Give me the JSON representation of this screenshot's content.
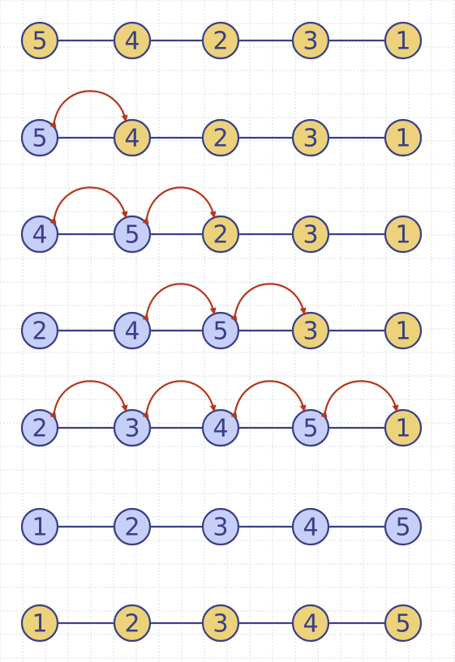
{
  "colors": {
    "unsorted_fill": "#ecd27a",
    "sorted_fill": "#c6cff8",
    "edge": "#3b3f86",
    "arrow": "#b6371b",
    "grid": "#d9dde8"
  },
  "rows": [
    {
      "nodes": [
        {
          "label": "5",
          "state": "unsorted"
        },
        {
          "label": "4",
          "state": "unsorted"
        },
        {
          "label": "2",
          "state": "unsorted"
        },
        {
          "label": "3",
          "state": "unsorted"
        },
        {
          "label": "1",
          "state": "unsorted"
        }
      ],
      "swaps": []
    },
    {
      "nodes": [
        {
          "label": "5",
          "state": "sorted"
        },
        {
          "label": "4",
          "state": "unsorted"
        },
        {
          "label": "2",
          "state": "unsorted"
        },
        {
          "label": "3",
          "state": "unsorted"
        },
        {
          "label": "1",
          "state": "unsorted"
        }
      ],
      "swaps": [
        [
          0,
          1
        ]
      ]
    },
    {
      "nodes": [
        {
          "label": "4",
          "state": "sorted"
        },
        {
          "label": "5",
          "state": "sorted"
        },
        {
          "label": "2",
          "state": "unsorted"
        },
        {
          "label": "3",
          "state": "unsorted"
        },
        {
          "label": "1",
          "state": "unsorted"
        }
      ],
      "swaps": [
        [
          0,
          1
        ],
        [
          1,
          2
        ]
      ]
    },
    {
      "nodes": [
        {
          "label": "2",
          "state": "sorted"
        },
        {
          "label": "4",
          "state": "sorted"
        },
        {
          "label": "5",
          "state": "sorted"
        },
        {
          "label": "3",
          "state": "unsorted"
        },
        {
          "label": "1",
          "state": "unsorted"
        }
      ],
      "swaps": [
        [
          1,
          2
        ],
        [
          2,
          3
        ]
      ]
    },
    {
      "nodes": [
        {
          "label": "2",
          "state": "sorted"
        },
        {
          "label": "3",
          "state": "sorted"
        },
        {
          "label": "4",
          "state": "sorted"
        },
        {
          "label": "5",
          "state": "sorted"
        },
        {
          "label": "1",
          "state": "unsorted"
        }
      ],
      "swaps": [
        [
          0,
          1
        ],
        [
          1,
          2
        ],
        [
          2,
          3
        ],
        [
          3,
          4
        ]
      ]
    },
    {
      "nodes": [
        {
          "label": "1",
          "state": "sorted"
        },
        {
          "label": "2",
          "state": "sorted"
        },
        {
          "label": "3",
          "state": "sorted"
        },
        {
          "label": "4",
          "state": "sorted"
        },
        {
          "label": "5",
          "state": "sorted"
        }
      ],
      "swaps": []
    },
    {
      "nodes": [
        {
          "label": "1",
          "state": "unsorted"
        },
        {
          "label": "2",
          "state": "unsorted"
        },
        {
          "label": "3",
          "state": "unsorted"
        },
        {
          "label": "4",
          "state": "unsorted"
        },
        {
          "label": "5",
          "state": "unsorted"
        }
      ],
      "swaps": []
    }
  ]
}
